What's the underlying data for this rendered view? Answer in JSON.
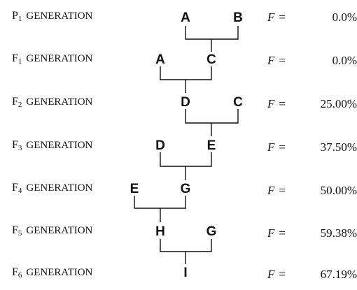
{
  "generations": [
    {
      "prefix": "P",
      "sub": "1",
      "text": "GENERATION",
      "left": "A",
      "right": "B",
      "f_symbol": "F",
      "eq": "=",
      "value": "0.0%"
    },
    {
      "prefix": "F",
      "sub": "1",
      "text": "GENERATION",
      "left": "A",
      "right": "C",
      "f_symbol": "F",
      "eq": "=",
      "value": "0.0%"
    },
    {
      "prefix": "F",
      "sub": "2",
      "text": "GENERATION",
      "left": "D",
      "right": "C",
      "f_symbol": "F",
      "eq": "=",
      "value": "25.00%"
    },
    {
      "prefix": "F",
      "sub": "3",
      "text": "GENERATION",
      "left": "D",
      "right": "E",
      "f_symbol": "F",
      "eq": "=",
      "value": "37.50%"
    },
    {
      "prefix": "F",
      "sub": "4",
      "text": "GENERATION",
      "left": "E",
      "right": "G",
      "f_symbol": "F",
      "eq": "=",
      "value": "50.00%"
    },
    {
      "prefix": "F",
      "sub": "5",
      "text": "GENERATION",
      "left": "H",
      "right": "G",
      "f_symbol": "F",
      "eq": "=",
      "value": "59.38%"
    },
    {
      "prefix": "F",
      "sub": "6",
      "text": "GENERATION",
      "single": "I",
      "f_symbol": "F",
      "eq": "=",
      "value": "67.19%"
    }
  ]
}
